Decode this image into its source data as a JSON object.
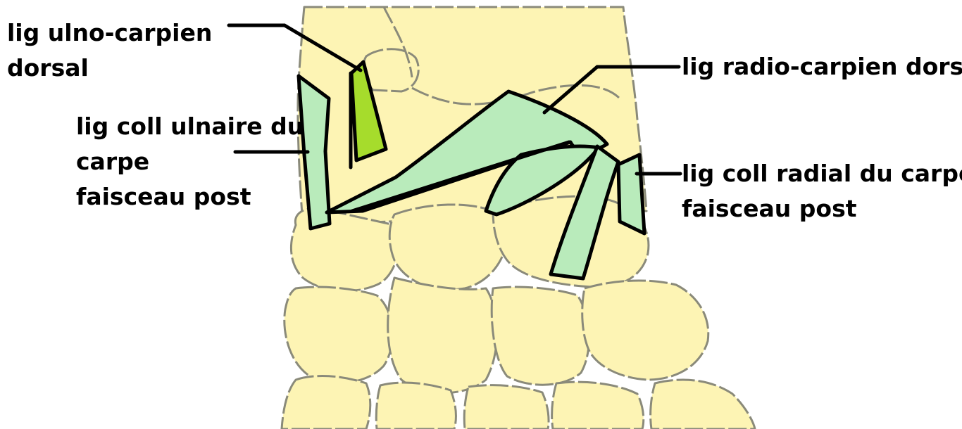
{
  "diagram": {
    "colors": {
      "bone_fill": "#fdf4b4",
      "bone_outline": "#8a8a7a",
      "ligament_fill": "#b9ebbb",
      "ligament_ulnocarpal_fill": "#a6dc2c",
      "ligament_outline": "#000000",
      "leader_line": "#000000",
      "background": "#ffffff"
    },
    "labels": {
      "ulno_carpien": [
        "lig ulno-carpien",
        "dorsal"
      ],
      "coll_ulnaire": [
        "lig coll ulnaire du",
        "carpe",
        "faisceau post"
      ],
      "radio_carpien": [
        "lig radio-carpien dorsal"
      ],
      "coll_radial": [
        "lig coll radial du carpe",
        "faisceau post"
      ]
    }
  }
}
